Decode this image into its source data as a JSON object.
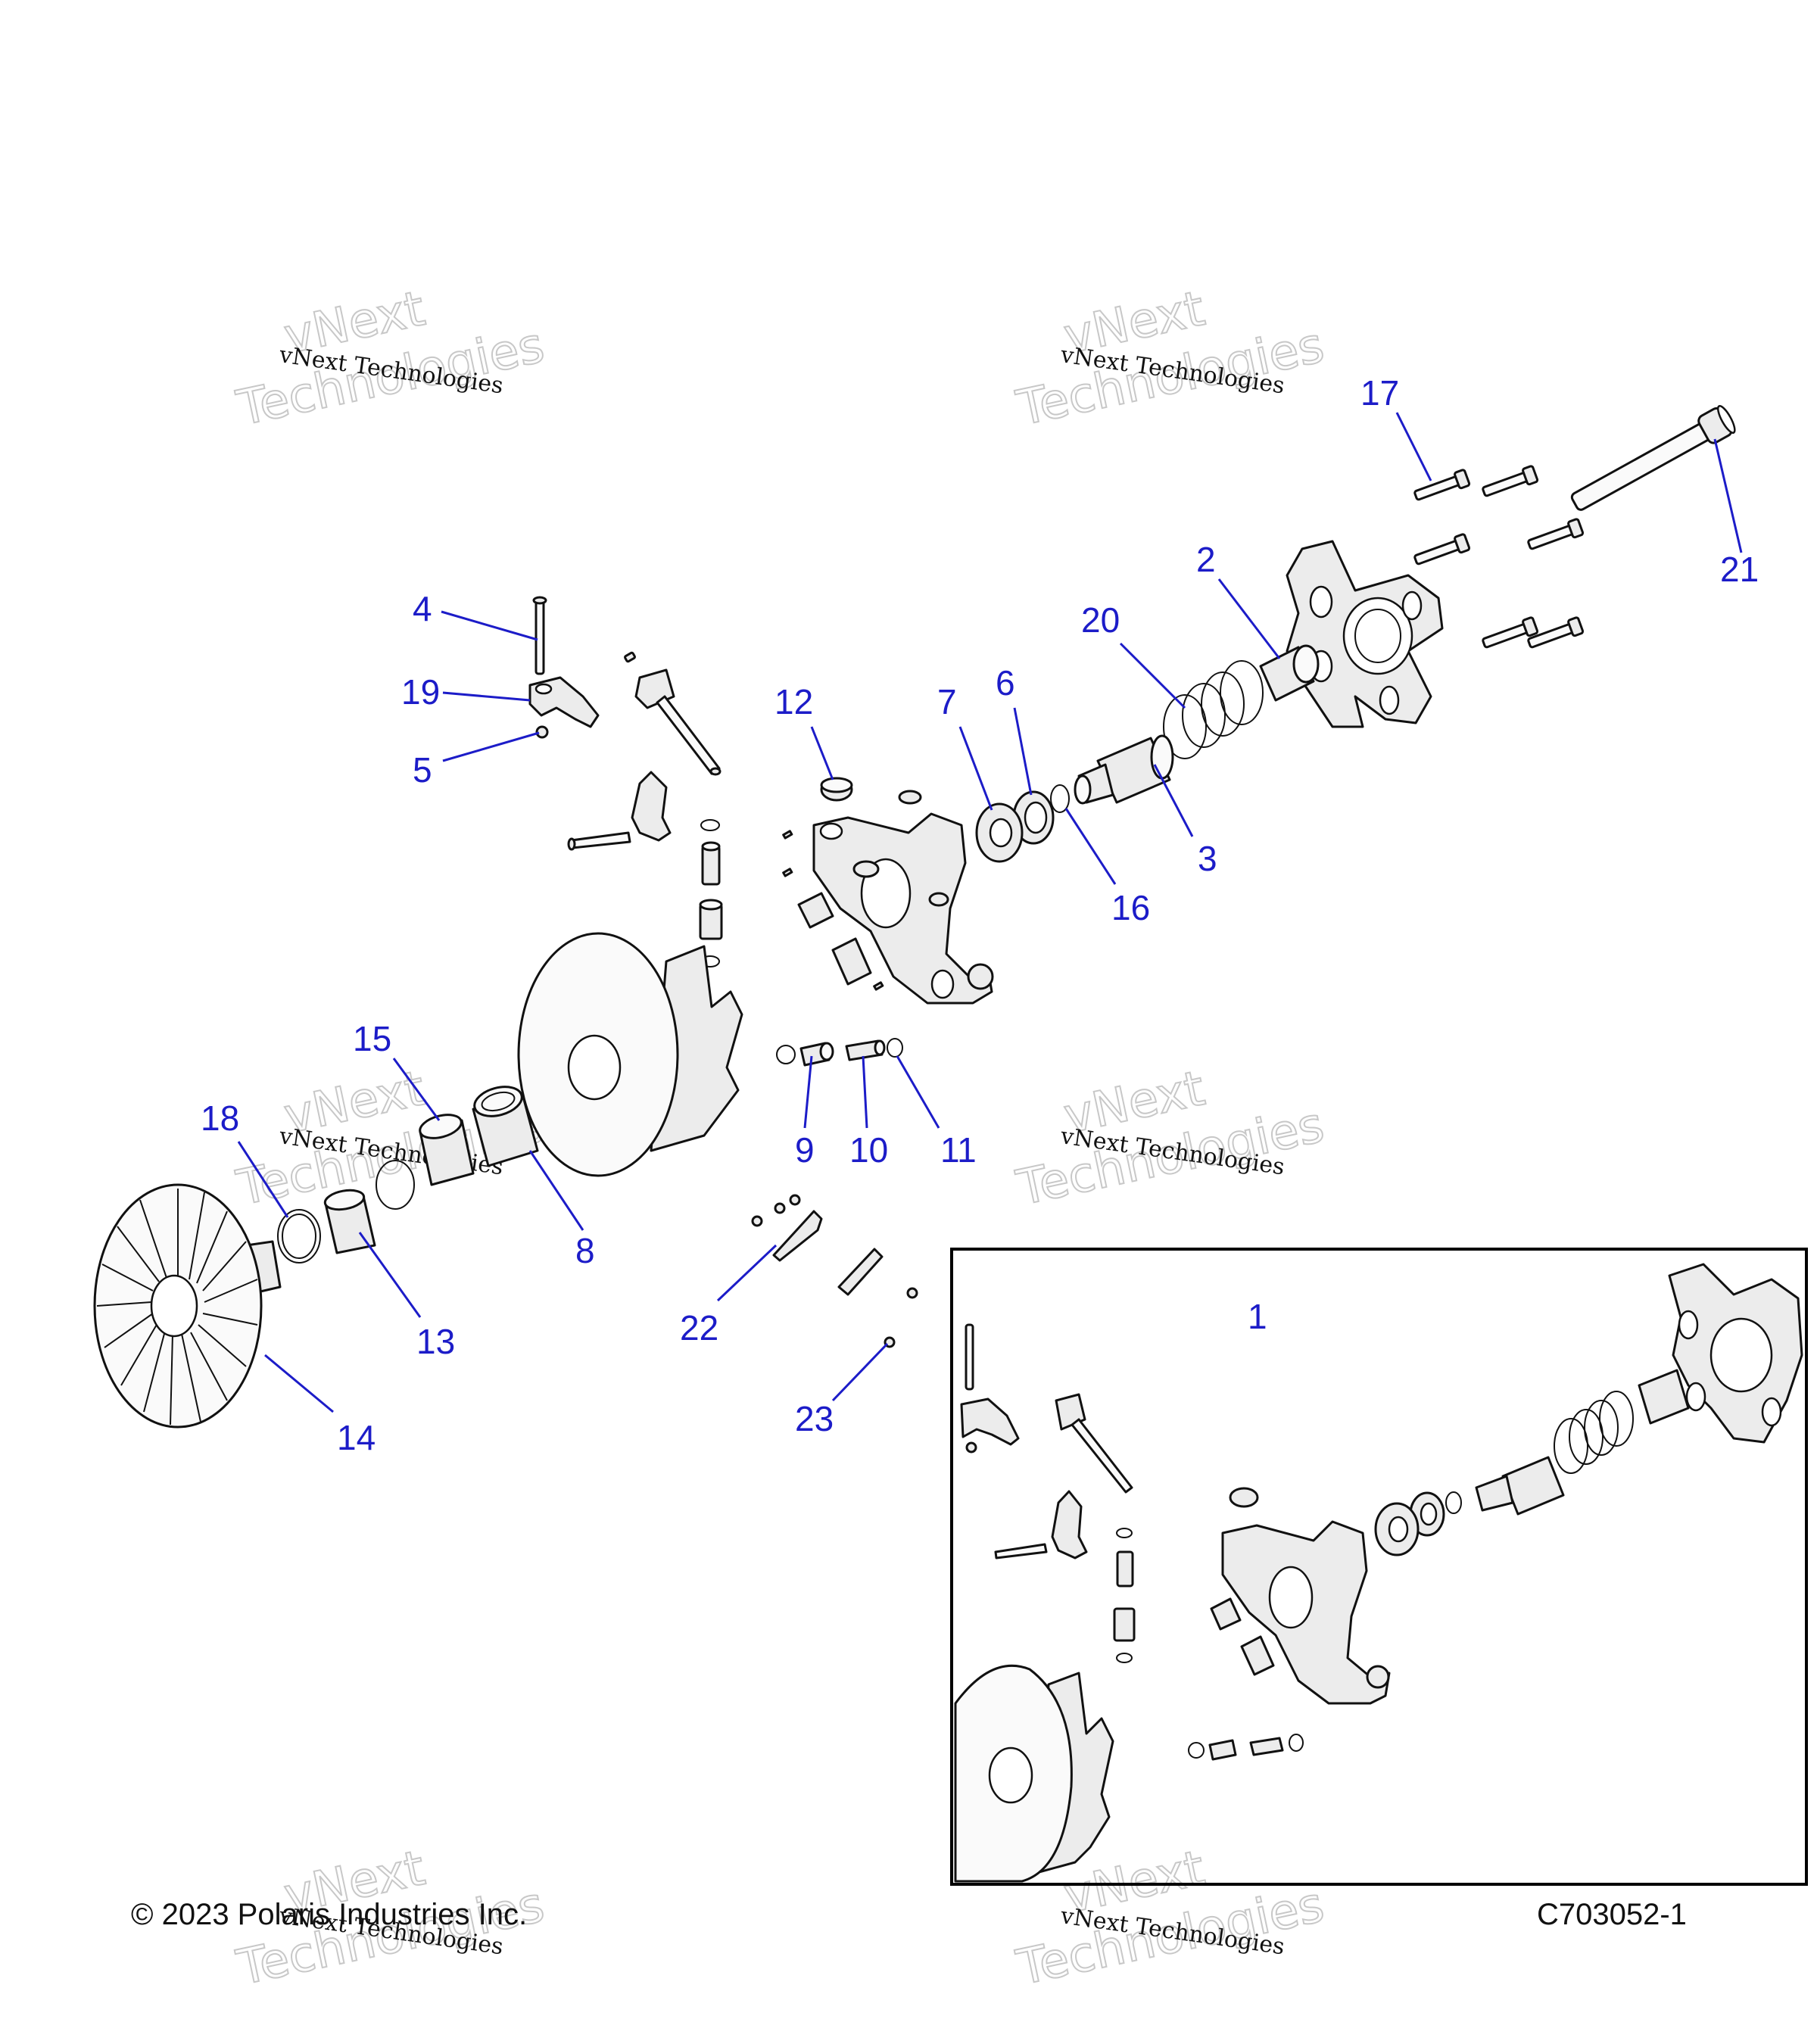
{
  "callouts": {
    "c1": "1",
    "c2": "2",
    "c3": "3",
    "c4": "4",
    "c5": "5",
    "c6": "6",
    "c7": "7",
    "c8": "8",
    "c9": "9",
    "c10": "10",
    "c11": "11",
    "c12": "12",
    "c13": "13",
    "c14": "14",
    "c15": "15",
    "c16": "16",
    "c17": "17",
    "c18": "18",
    "c19": "19",
    "c20": "20",
    "c21": "21",
    "c22": "22",
    "c23": "23"
  },
  "watermark": {
    "line_small": "vNext Technologies",
    "line_top": "vNext",
    "line_bottom": "Technologies"
  },
  "footer": {
    "copyright": "© 2023 Polaris Industries Inc.",
    "drawing_number": "C703052-1"
  },
  "colors": {
    "callout": "#1c1cc8",
    "line": "#111111",
    "part_fill": "#ececec"
  }
}
